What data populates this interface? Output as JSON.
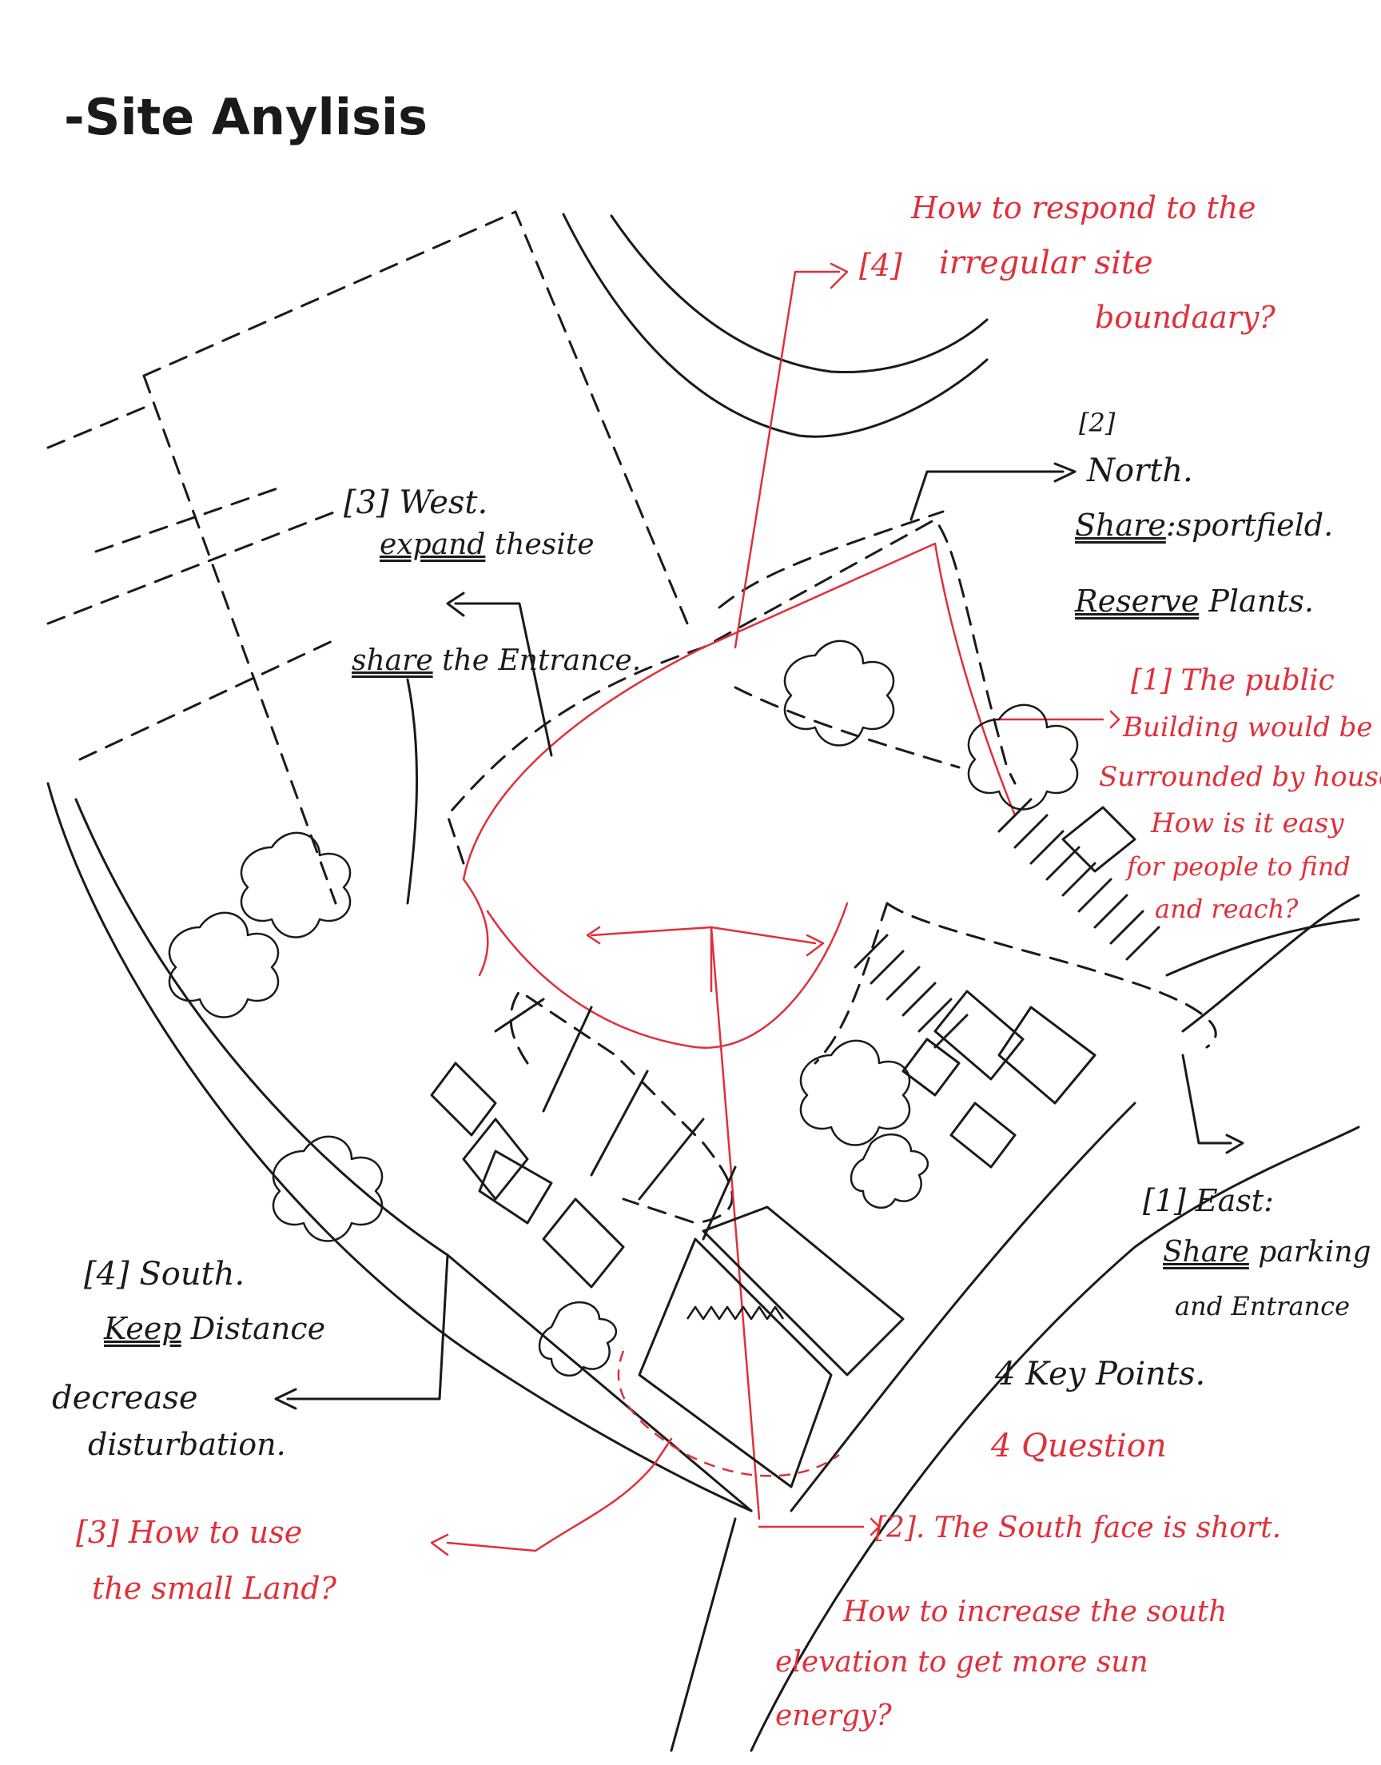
{
  "title": "-Site Anylisis",
  "annotations": {
    "q4": {
      "line1": "How to respond to the",
      "tag": "[4]",
      "line2": "irregular site",
      "line3": "boundaary?"
    },
    "north": {
      "tag": "[2]",
      "label": "North.",
      "share_word": "Share",
      "share_rest": ":sportfield.",
      "reserve_word": "Reserve",
      "reserve_rest": "Plants."
    },
    "west": {
      "label": "[3] West.",
      "expand_word": "expand",
      "expand_rest": "thesite",
      "share_word": "share",
      "share_rest": "the Entrance."
    },
    "q1": {
      "line1": "[1] The public",
      "line2": "Building would be",
      "line3": "Surrounded by house",
      "line4": "How is it easy",
      "line5": "for people to find",
      "line6": "and reach?"
    },
    "east": {
      "label": "[1] East:",
      "share_word": "Share",
      "share_rest": "parking",
      "line3": "and Entrance"
    },
    "south": {
      "label": "[4] South.",
      "keep_word": "Keep",
      "keep_rest": "Distance",
      "line3": "decrease",
      "line4": "disturbation."
    },
    "key_points": "4 Key Points.",
    "questions": "4 Question",
    "q3": {
      "line1": "[3] How to use",
      "line2": "the small Land?"
    },
    "q2": {
      "line1": "[2]. The South face is short.",
      "line2": "How to increase the south",
      "line3": "elevation to get more sun",
      "line4": "energy?"
    }
  },
  "colors": {
    "ink": "#1a1a1a",
    "question_red": "#e0303a"
  }
}
